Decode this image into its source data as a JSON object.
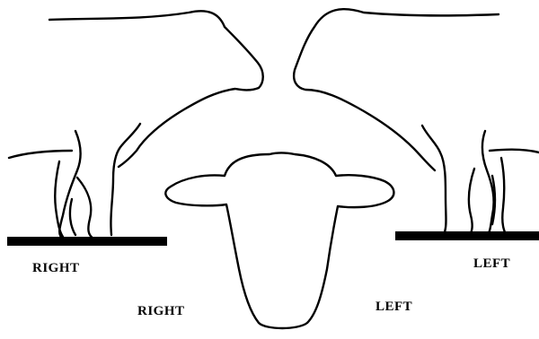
{
  "labels": {
    "right_view_caption": "RIGHT",
    "head_right_caption": "RIGHT",
    "head_left_caption": "LEFT",
    "left_view_caption": "LEFT"
  }
}
